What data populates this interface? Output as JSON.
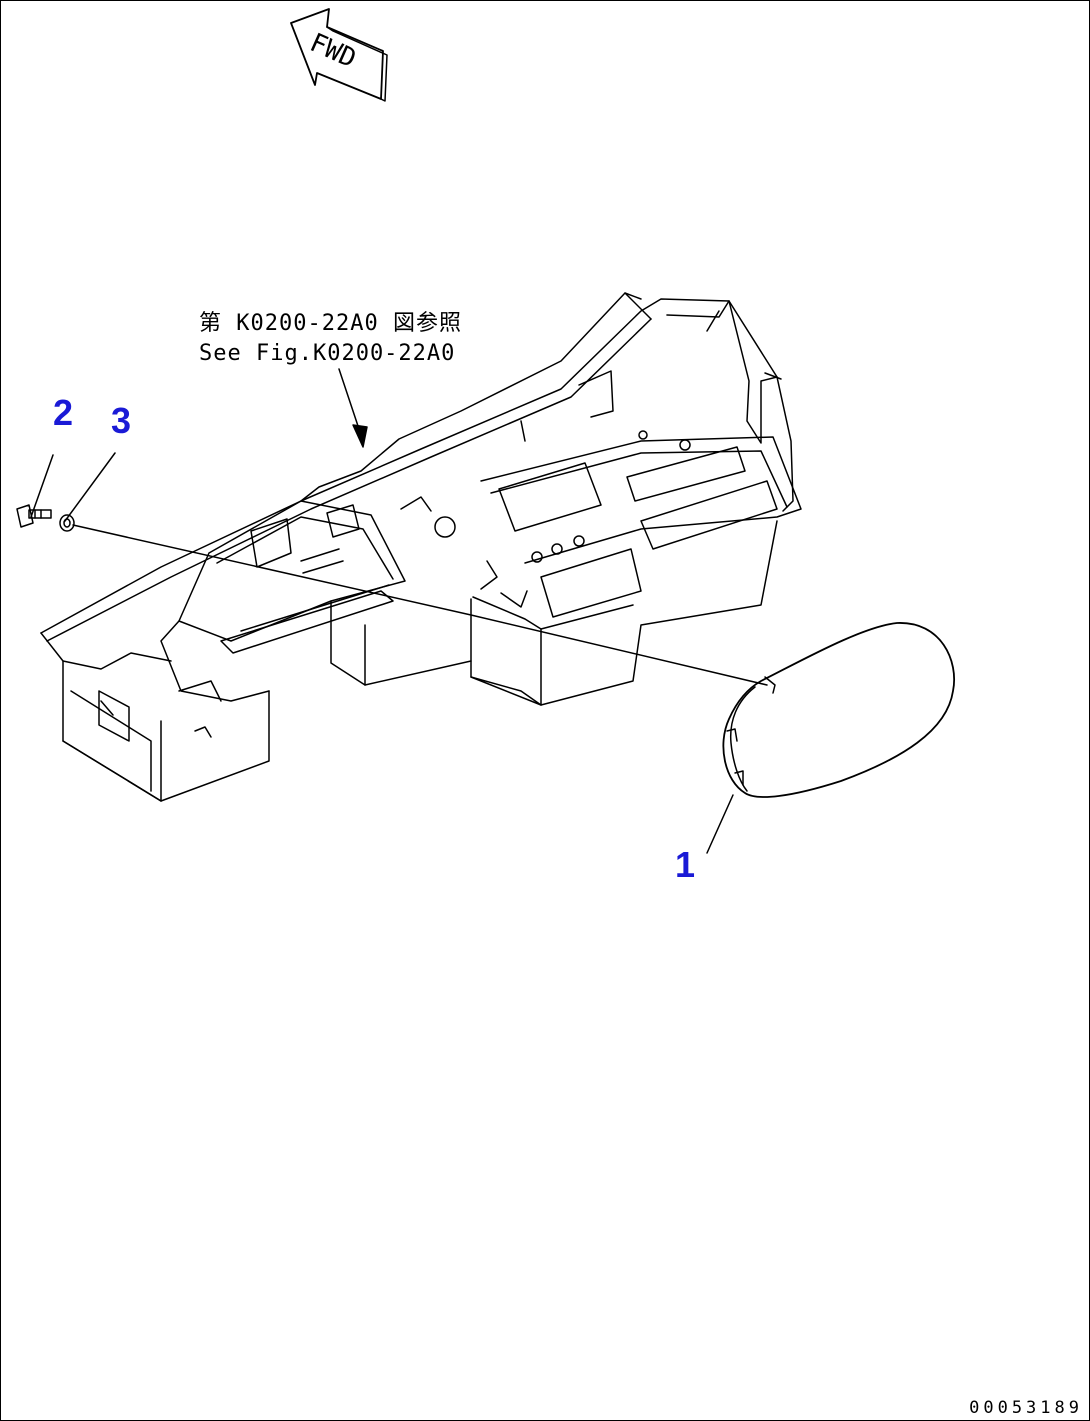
{
  "fwd_label": "FWD",
  "reference_jp": "第 K0200-22A0 図参照",
  "reference_en": "See Fig.K0200-22A0",
  "callouts": {
    "part1": "1",
    "part2": "2",
    "part3": "3"
  },
  "drawing_number": "00053189",
  "colors": {
    "line": "#000000",
    "callout": "#1a1ad6",
    "background": "#ffffff"
  }
}
